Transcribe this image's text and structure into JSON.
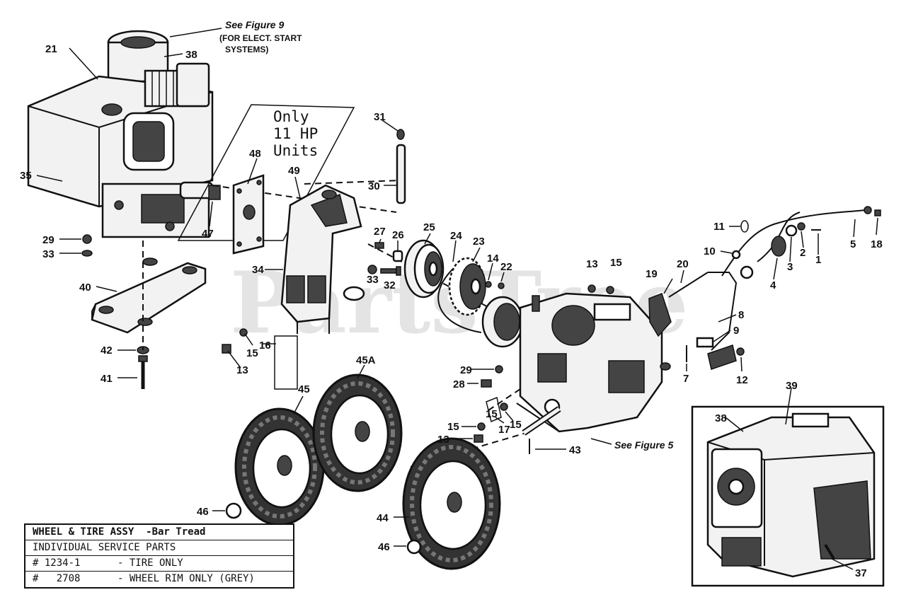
{
  "watermark": "PartsTree",
  "notes": {
    "fig9_line1": "See Figure 9",
    "fig9_line2": "(FOR ELECT. START",
    "fig9_line3": "SYSTEMS)",
    "fig5": "See Figure 5",
    "only11_line1": "Only",
    "only11_line2": "11 HP",
    "only11_line3": "Units"
  },
  "callouts": {
    "c21": "21",
    "c38a": "38",
    "c35": "35",
    "c29a": "29",
    "c33a": "33",
    "c40": "40",
    "c42": "42",
    "c41": "41",
    "c47": "47",
    "c48": "48",
    "c49": "49",
    "c31": "31",
    "c30": "30",
    "c34": "34",
    "c33b": "33",
    "c32": "32",
    "c27": "27",
    "c26": "26",
    "c25": "25",
    "c24": "24",
    "c23": "23",
    "c14": "14",
    "c22": "22",
    "c16": "16",
    "c15a": "15",
    "c13a": "13",
    "c13b": "13",
    "c15b": "15",
    "c19": "19",
    "c20": "20",
    "c11": "11",
    "c10": "10",
    "c4": "4",
    "c3": "3",
    "c2": "2",
    "c1": "1",
    "c5": "5",
    "c18": "18",
    "c8": "8",
    "c9": "9",
    "c7": "7",
    "c12": "12",
    "c29b": "29",
    "c28": "28",
    "c15c": "15",
    "c17": "17",
    "c15d": "15",
    "c15e": "15",
    "c13c": "13",
    "c43": "43",
    "c45": "45",
    "c45a": "45A",
    "c46a": "46",
    "c44": "44",
    "c46b": "46",
    "c39": "39",
    "c38b": "38",
    "c37": "37"
  },
  "legend": {
    "title1": "WHEEL & TIRE ASSY  -Bar Tread",
    "title2": "INDIVIDUAL SERVICE PARTS",
    "rows": [
      {
        "part": "# 1234-1",
        "desc": "- TIRE ONLY"
      },
      {
        "part": "#   2708",
        "desc": "- WHEEL RIM ONLY (GREY)"
      }
    ]
  }
}
